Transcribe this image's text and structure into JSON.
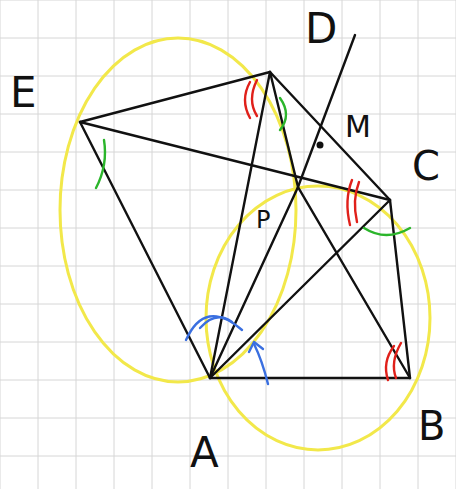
{
  "diagram": {
    "labels": [
      "E",
      "D",
      "M",
      "C",
      "P",
      "A",
      "B"
    ]
  }
}
